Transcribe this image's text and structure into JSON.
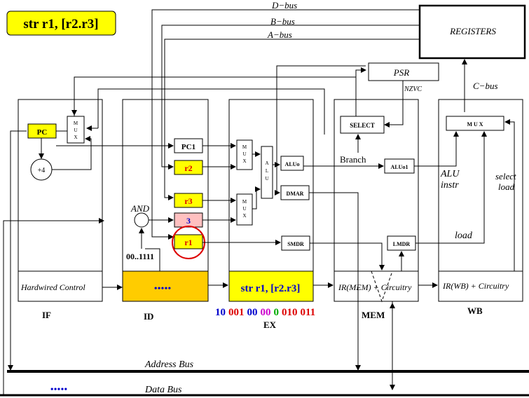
{
  "instruction": "str r1, [r2.r3]",
  "buses": {
    "d_bus": "D−bus",
    "b_bus": "B−bus",
    "a_bus": "A−bus",
    "c_bus": "C−bus"
  },
  "registers": "REGISTERS",
  "psr": "PSR",
  "nzvc": "NZVC",
  "select": "SELECT",
  "branch": "Branch",
  "mux_label": "M U X",
  "wb_mux": "M U X",
  "alu_label": "A L U",
  "pc": "PC",
  "plus4": "+4",
  "pc1": "PC1",
  "r2": "r2",
  "r3": "r3",
  "imm3": "3",
  "r1": "r1",
  "and_label": "AND",
  "mask": "00..1111",
  "aluo": "ALUo",
  "aluo1": "ALUo1",
  "dmar": "DMAR",
  "smdr": "SMDR",
  "lmdr": "LMDR",
  "alu_instr_1": "ALU",
  "alu_instr_2": "instr",
  "select_load_1": "select",
  "select_load_2": "load",
  "load": "load",
  "hardwired": "Hardwired Control",
  "id_dots": "•••••",
  "ex_instruction": "str r1, [r2.r3]",
  "mem_circuitry": "IR(MEM) + Circuitry",
  "wb_circuitry": "IR(WB) + Circuitry",
  "stages": {
    "if": "IF",
    "id": "ID",
    "ex": "EX",
    "mem": "MEM",
    "wb": "WB"
  },
  "encoding": [
    {
      "text": "10",
      "color": "#0000cc"
    },
    {
      "text": "001",
      "color": "#dd0000"
    },
    {
      "text": "00",
      "color": "#0000cc"
    },
    {
      "text": "00",
      "color": "#cc00cc"
    },
    {
      "text": "0",
      "color": "#00aa00"
    },
    {
      "text": "010",
      "color": "#dd0000"
    },
    {
      "text": "011",
      "color": "#dd0000"
    }
  ],
  "address_bus": "Address Bus",
  "data_bus": "Data Bus",
  "data_bus_dots": "•••••",
  "colors": {
    "yellow": "#ffff00",
    "gold": "#ffcc00",
    "pink": "#ffc0c0",
    "blue": "#0000cc",
    "red": "#dd0000"
  }
}
